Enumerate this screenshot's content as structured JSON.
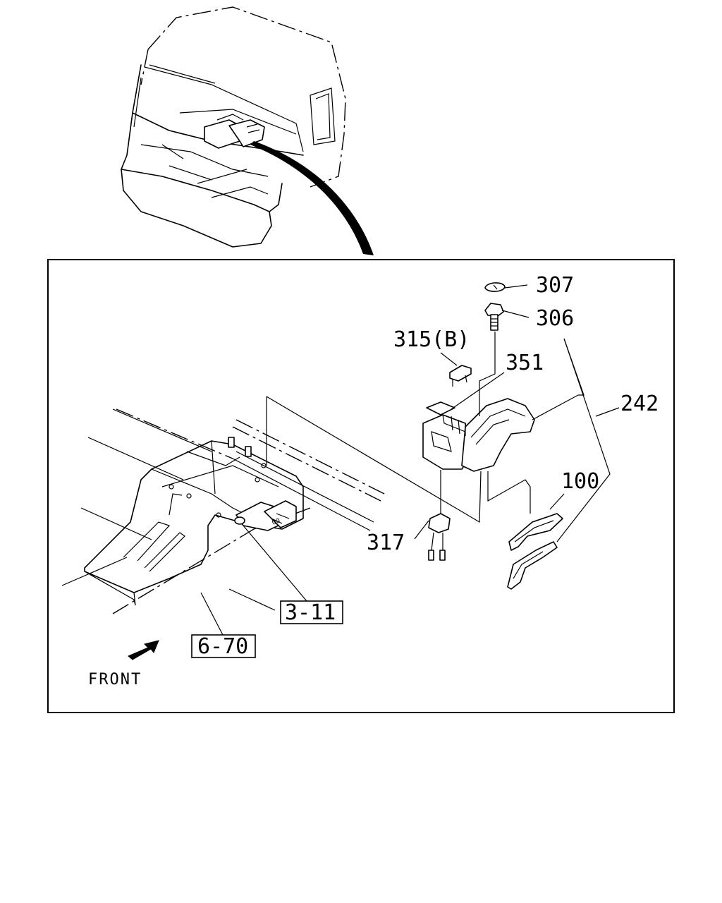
{
  "callouts": {
    "p307": "307",
    "p306": "306",
    "p315b": "315(B)",
    "p351": "351",
    "p242": "242",
    "p100": "100",
    "p317": "317"
  },
  "refs": {
    "r311": "3-11",
    "r670": "6-70"
  },
  "direction": {
    "front": "FRONT"
  }
}
